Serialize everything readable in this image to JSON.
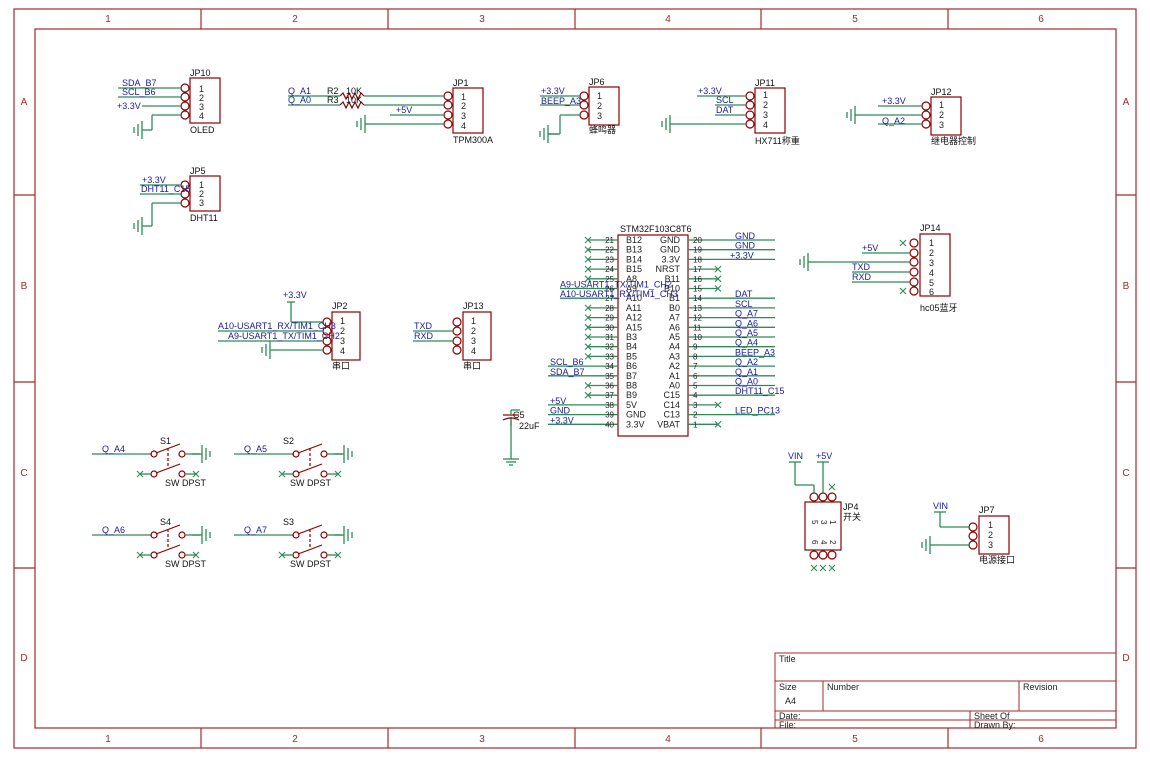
{
  "frame": {
    "columns": [
      "1",
      "2",
      "3",
      "4",
      "5",
      "6"
    ],
    "rows": [
      "A",
      "B",
      "C",
      "D"
    ]
  },
  "title_block": {
    "title_label": "Title",
    "size_label": "Size",
    "size_value": "A4",
    "number_label": "Number",
    "revision_label": "Revision",
    "date_label": "Date:",
    "file_label": "File:",
    "sheet_label": "Sheet",
    "of_label": "Of",
    "drawn_by_label": "Drawn By:"
  },
  "components": {
    "jp10": {
      "ref": "JP10",
      "value": "OLED",
      "pins": [
        "1",
        "2",
        "3",
        "4"
      ],
      "nets": [
        "SDA_B7",
        "SCL_B6",
        "+3.3V"
      ]
    },
    "jp5": {
      "ref": "JP5",
      "value": "DHT11",
      "pins": [
        "1",
        "2",
        "3"
      ],
      "nets": [
        "+3.3V",
        "DHT11_C15"
      ]
    },
    "jp1": {
      "ref": "JP1",
      "value": "TPM300A",
      "pins": [
        "1",
        "2",
        "3",
        "4"
      ],
      "nets": [
        "Q_A1",
        "Q_A0",
        "+5V"
      ]
    },
    "r2": {
      "ref": "R2",
      "value": "10K"
    },
    "r3": {
      "ref": "R3",
      "value": "10K"
    },
    "jp6": {
      "ref": "JP6",
      "value": "蜂鸣器",
      "pins": [
        "1",
        "2",
        "3"
      ],
      "nets": [
        "+3.3V",
        "BEEP_A3"
      ]
    },
    "jp11": {
      "ref": "JP11",
      "value": "HX711称重",
      "pins": [
        "1",
        "2",
        "3",
        "4"
      ],
      "nets": [
        "+3.3V",
        "SCL",
        "DAT"
      ]
    },
    "jp12": {
      "ref": "JP12",
      "value": "继电器控制",
      "pins": [
        "1",
        "2",
        "3"
      ],
      "nets": [
        "+3.3V",
        "Q_A2"
      ]
    },
    "jp14": {
      "ref": "JP14",
      "value": "hc05蓝牙",
      "pins": [
        "1",
        "2",
        "3",
        "4",
        "5",
        "6"
      ],
      "nets": [
        "+5V",
        "TXD",
        "RXD"
      ]
    },
    "jp2": {
      "ref": "JP2",
      "value": "串口",
      "pins": [
        "1",
        "2",
        "3",
        "4"
      ],
      "nets": [
        "+3.3V",
        "A10-USART1_RX/TIM1_CH3",
        "A9-USART1_TX/TIM1_CH2"
      ]
    },
    "jp13": {
      "ref": "JP13",
      "value": "串口",
      "pins": [
        "1",
        "2",
        "3",
        "4"
      ],
      "nets": [
        "TXD",
        "RXD"
      ]
    },
    "c5": {
      "ref": "C5",
      "value": "22uF"
    },
    "jp4": {
      "ref": "JP4",
      "value": "开关",
      "pins_top": [
        "5",
        "3",
        "1"
      ],
      "pins_bottom": [
        "6",
        "4",
        "2"
      ],
      "nets": [
        "VIN",
        "+5V"
      ]
    },
    "jp7": {
      "ref": "JP7",
      "value": "电源接口",
      "pins": [
        "1",
        "2",
        "3"
      ],
      "nets": [
        "VIN"
      ]
    },
    "s1": {
      "ref": "S1",
      "value": "SW DPST",
      "net": "Q_A4"
    },
    "s2": {
      "ref": "S2",
      "value": "SW DPST",
      "net": "Q_A5"
    },
    "s4": {
      "ref": "S4",
      "value": "SW DPST",
      "net": "Q_A6"
    },
    "s3": {
      "ref": "S3",
      "value": "SW DPST",
      "net": "Q_A7"
    }
  },
  "mcu": {
    "ref": "STM32F103C8T6",
    "left_pins": [
      {
        "num": "21",
        "name": "B12",
        "net": ""
      },
      {
        "num": "22",
        "name": "B13",
        "net": ""
      },
      {
        "num": "23",
        "name": "B14",
        "net": ""
      },
      {
        "num": "24",
        "name": "B15",
        "net": ""
      },
      {
        "num": "25",
        "name": "A8",
        "net": ""
      },
      {
        "num": "26",
        "name": "A9",
        "net": "A9-USART1_TX/TIM1_CH2"
      },
      {
        "num": "27",
        "name": "A10",
        "net": "A10-USART1_RX/TIM1_CH3"
      },
      {
        "num": "28",
        "name": "A11",
        "net": ""
      },
      {
        "num": "29",
        "name": "A12",
        "net": ""
      },
      {
        "num": "30",
        "name": "A15",
        "net": ""
      },
      {
        "num": "31",
        "name": "B3",
        "net": ""
      },
      {
        "num": "32",
        "name": "B4",
        "net": ""
      },
      {
        "num": "33",
        "name": "B5",
        "net": ""
      },
      {
        "num": "34",
        "name": "B6",
        "net": "SCL_B6"
      },
      {
        "num": "35",
        "name": "B7",
        "net": "SDA_B7"
      },
      {
        "num": "36",
        "name": "B8",
        "net": ""
      },
      {
        "num": "37",
        "name": "B9",
        "net": ""
      },
      {
        "num": "38",
        "name": "5V",
        "net": "+5V"
      },
      {
        "num": "39",
        "name": "GND",
        "net": "GND"
      },
      {
        "num": "40",
        "name": "3.3V",
        "net": "+3.3V"
      }
    ],
    "right_pins": [
      {
        "num": "20",
        "name": "GND",
        "net": "GND"
      },
      {
        "num": "19",
        "name": "GND",
        "net": "GND"
      },
      {
        "num": "18",
        "name": "3.3V",
        "net": "+3.3V"
      },
      {
        "num": "17",
        "name": "NRST",
        "net": ""
      },
      {
        "num": "16",
        "name": "B11",
        "net": ""
      },
      {
        "num": "15",
        "name": "B10",
        "net": ""
      },
      {
        "num": "14",
        "name": "B1",
        "net": "DAT"
      },
      {
        "num": "13",
        "name": "B0",
        "net": "SCL"
      },
      {
        "num": "12",
        "name": "A7",
        "net": "Q_A7"
      },
      {
        "num": "11",
        "name": "A6",
        "net": "Q_A6"
      },
      {
        "num": "10",
        "name": "A5",
        "net": "Q_A5"
      },
      {
        "num": "9",
        "name": "A4",
        "net": "Q_A4"
      },
      {
        "num": "8",
        "name": "A3",
        "net": "BEEP_A3"
      },
      {
        "num": "7",
        "name": "A2",
        "net": "Q_A2"
      },
      {
        "num": "6",
        "name": "A1",
        "net": "Q_A1"
      },
      {
        "num": "5",
        "name": "A0",
        "net": "Q_A0"
      },
      {
        "num": "4",
        "name": "C15",
        "net": "DHT11_C15"
      },
      {
        "num": "3",
        "name": "C14",
        "net": ""
      },
      {
        "num": "2",
        "name": "C13",
        "net": "LED_PC13"
      },
      {
        "num": "1",
        "name": "VBAT",
        "net": ""
      }
    ]
  }
}
